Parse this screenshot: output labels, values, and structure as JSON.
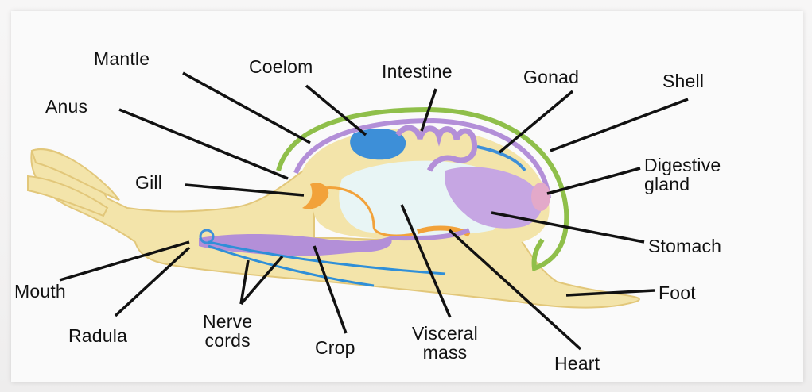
{
  "diagram": {
    "labels": {
      "mantle": "Mantle",
      "coelom": "Coelom",
      "intestine": "Intestine",
      "gonad": "Gonad",
      "shell": "Shell",
      "anus": "Anus",
      "gill": "Gill",
      "digestive_gland_line1": "Digestive",
      "digestive_gland_line2": "gland",
      "stomach": "Stomach",
      "mouth": "Mouth",
      "foot": "Foot",
      "radula": "Radula",
      "nerve_cords_line1": "Nerve",
      "nerve_cords_line2": "cords",
      "crop": "Crop",
      "visceral_mass_line1": "Visceral",
      "visceral_mass_line2": "mass",
      "heart": "Heart"
    },
    "colors": {
      "body": "#f2e3a8",
      "body_outline": "#e3c97a",
      "shell": "#8fbf4a",
      "mantle": "#b38fd8",
      "coelom": "#3d8fd8",
      "gill": "#f2a23a",
      "visceral": "#e8f4f4",
      "nerve": "#2f8fd8",
      "leader": "#111111"
    }
  }
}
